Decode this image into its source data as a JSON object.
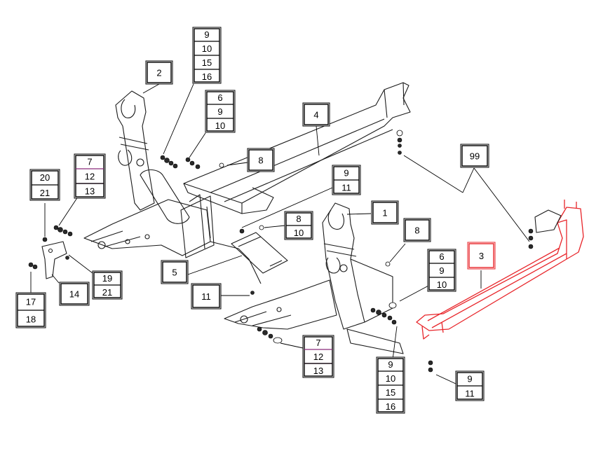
{
  "callouts": [
    {
      "id": "c1",
      "items": [
        {
          "text": "1"
        }
      ]
    },
    {
      "id": "c2",
      "items": [
        {
          "text": "2"
        }
      ]
    },
    {
      "id": "c3",
      "items": [
        {
          "text": "3"
        }
      ],
      "highlight": true,
      "highlight_color": "#e8262b"
    },
    {
      "id": "c4",
      "items": [
        {
          "text": "4"
        }
      ]
    },
    {
      "id": "c5",
      "items": [
        {
          "text": "5"
        }
      ]
    },
    {
      "id": "c8a",
      "items": [
        {
          "text": "8"
        }
      ]
    },
    {
      "id": "c8b",
      "items": [
        {
          "text": "8"
        }
      ]
    },
    {
      "id": "c11",
      "items": [
        {
          "text": "11"
        }
      ]
    },
    {
      "id": "c14",
      "items": [
        {
          "text": "14"
        }
      ]
    },
    {
      "id": "c99",
      "items": [
        {
          "text": "99"
        }
      ]
    },
    {
      "id": "g_9_10_15_16_top",
      "items": [
        {
          "text": "9"
        },
        {
          "text": "10"
        },
        {
          "text": "15"
        },
        {
          "text": "16"
        }
      ]
    },
    {
      "id": "g_6_9_10_left",
      "items": [
        {
          "text": "6"
        },
        {
          "text": "9"
        },
        {
          "text": "10"
        }
      ]
    },
    {
      "id": "g_7_12_13_left",
      "items": [
        {
          "text": "7"
        },
        {
          "text": "12",
          "accent": true
        },
        {
          "text": "13"
        }
      ]
    },
    {
      "id": "g_20_21",
      "items": [
        {
          "text": "20"
        },
        {
          "text": "21"
        }
      ]
    },
    {
      "id": "g_9_11_mid",
      "items": [
        {
          "text": "9"
        },
        {
          "text": "11"
        }
      ]
    },
    {
      "id": "g_8_10",
      "items": [
        {
          "text": "8"
        },
        {
          "text": "10"
        }
      ]
    },
    {
      "id": "g_6_9_10_right",
      "items": [
        {
          "text": "6"
        },
        {
          "text": "9"
        },
        {
          "text": "10"
        }
      ]
    },
    {
      "id": "g_19_21",
      "items": [
        {
          "text": "19"
        },
        {
          "text": "21"
        }
      ]
    },
    {
      "id": "g_17_18",
      "items": [
        {
          "text": "17"
        },
        {
          "text": "18"
        }
      ]
    },
    {
      "id": "g_7_12_13_bottom",
      "items": [
        {
          "text": "7"
        },
        {
          "text": "12",
          "accent": true
        },
        {
          "text": "13"
        }
      ]
    },
    {
      "id": "g_9_10_15_16_bot",
      "items": [
        {
          "text": "9"
        },
        {
          "text": "10"
        },
        {
          "text": "15"
        },
        {
          "text": "16"
        }
      ]
    },
    {
      "id": "g_9_11_bottom",
      "items": [
        {
          "text": "9"
        },
        {
          "text": "11"
        }
      ]
    }
  ],
  "colors": {
    "highlight": "#e8262b",
    "accent_line": "#8a2a7a",
    "ink": "#000000"
  }
}
